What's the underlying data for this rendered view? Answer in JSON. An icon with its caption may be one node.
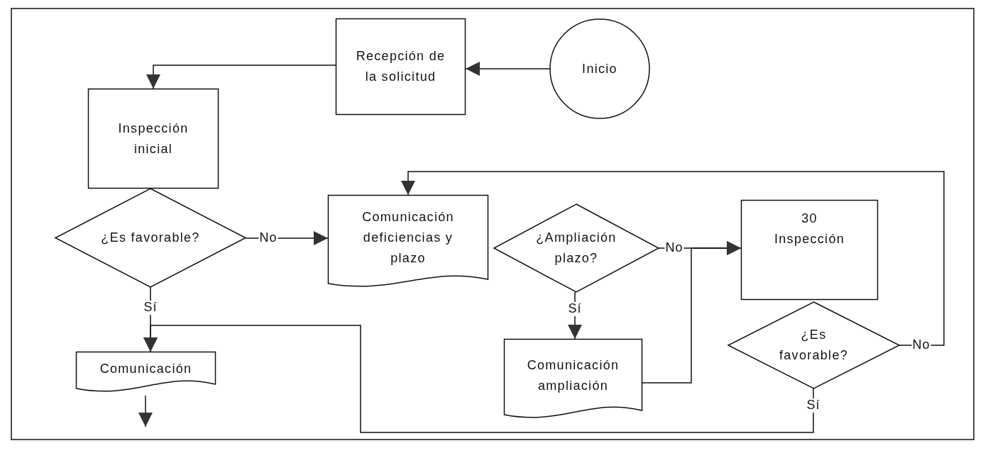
{
  "diagram": {
    "nodes": [
      {
        "text": [
          "Inicio"
        ]
      },
      {
        "text": [
          "Recepción de la solicitud"
        ]
      },
      {
        "text": [
          "Inspección inicial"
        ]
      },
      {
        "text": [
          "¿Es favorable?"
        ]
      },
      {
        "text": [
          "Comunicación deficiencias y plazo"
        ]
      },
      {
        "text": [
          "¿Ampliación plazo?"
        ]
      },
      {
        "text": [
          "Comunicación ampliación"
        ]
      },
      {
        "text": [
          "30 Inspección"
        ]
      },
      {
        "text": [
          "¿Es favorable?"
        ]
      },
      {
        "text": [
          "Comunicación"
        ]
      }
    ],
    "edges": [
      {
        "from": 0,
        "to": 1,
        "arrow": "to"
      },
      {
        "from": 1,
        "to": 2,
        "arrow": "to"
      },
      {
        "from": 3,
        "to": 4,
        "arrow": "to",
        "label": "No"
      },
      {
        "from": 3,
        "to": 9,
        "arrow": "to",
        "label": "Sí"
      },
      {
        "from": 5,
        "to": 6,
        "arrow": "to",
        "label": "Sí"
      },
      {
        "from": 5,
        "to": 7,
        "arrow": "to",
        "label": "No"
      },
      {
        "from": 6,
        "to": 7,
        "arrow": "to"
      },
      {
        "from": 8,
        "to": 4,
        "arrow": "to",
        "label": "No"
      },
      {
        "from": 8,
        "to": 9,
        "arrow": "to",
        "label": "Sí"
      },
      {
        "from": 9,
        "to": null,
        "arrow": "to"
      }
    ]
  }
}
